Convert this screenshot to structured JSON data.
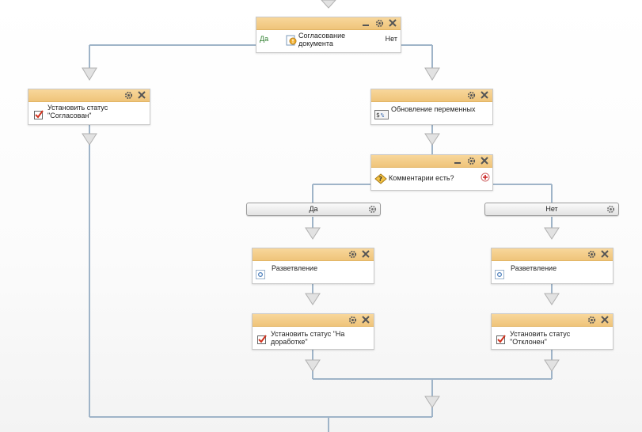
{
  "colors": {
    "header": "#efc47a",
    "connector": "#9fb4c8",
    "arrow": "#c4c4c4",
    "yes_text": "#2d7d2d",
    "close_icon": "#555555",
    "add_icon": "#cc2222"
  },
  "approval": {
    "title": "Согласование документа",
    "yes_label": "Да",
    "no_label": "Нет"
  },
  "set_approved": {
    "title": "Установить статус \"Согласован\""
  },
  "update_vars": {
    "title": "Обновление переменных"
  },
  "comments": {
    "title": "Комментарии есть?"
  },
  "branch_yes": {
    "label": "Да"
  },
  "branch_no": {
    "label": "Нет"
  },
  "fork_left": {
    "title": "Разветвление"
  },
  "fork_right": {
    "title": "Разветвление"
  },
  "set_rework": {
    "title": "Установить статус \"На доработке\""
  },
  "set_rejected": {
    "title": "Установить статус \"Отклонен\""
  },
  "icons": {
    "approval": "document-approval-icon",
    "checkbox": "checkbox-checked-icon",
    "variables": "variables-icon",
    "condition": "question-condition-icon",
    "fork": "fork-icon",
    "add": "add-icon",
    "gear": "gear-icon",
    "close": "close-icon",
    "minimize": "minimize-icon"
  }
}
